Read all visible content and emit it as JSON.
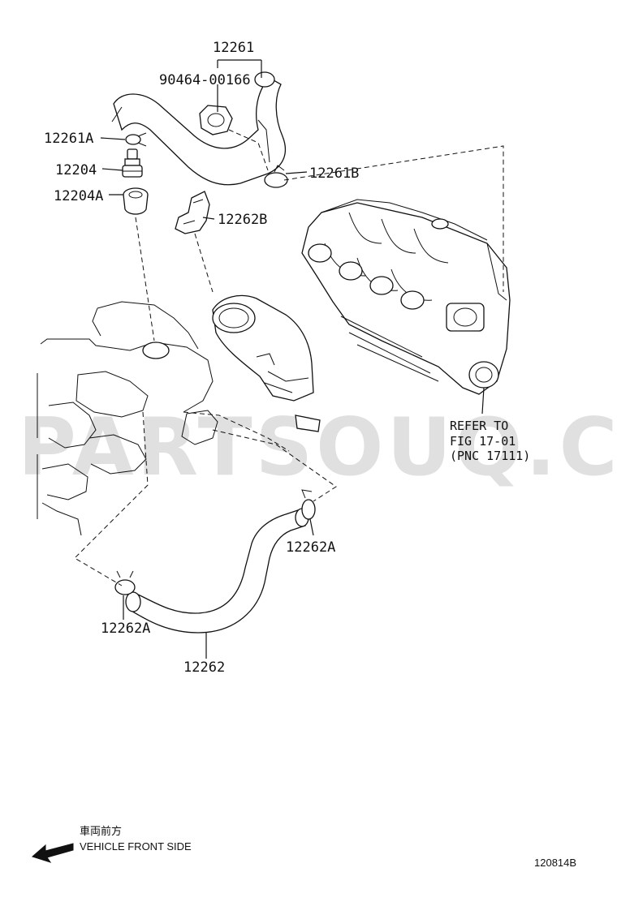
{
  "watermark": "PARTSOUQ.COM",
  "callouts": {
    "hose_upper": "12261",
    "clip_upper_pn": "90464-00166",
    "clamp_a": "12261A",
    "pcv_valve": "12204",
    "grommet": "12204A",
    "clamp_b": "12261B",
    "bracket": "12262B",
    "clamp_lower_right": "12262A",
    "clamp_lower_left": "12262A",
    "hose_lower": "12262"
  },
  "reference_note": {
    "line1": "REFER TO",
    "line2": "FIG 17-01",
    "line3": "(PNC 17111)"
  },
  "footer": {
    "direction_jp": "車両前方",
    "direction_en": "VEHICLE FRONT SIDE",
    "figure_code": "120814B"
  }
}
